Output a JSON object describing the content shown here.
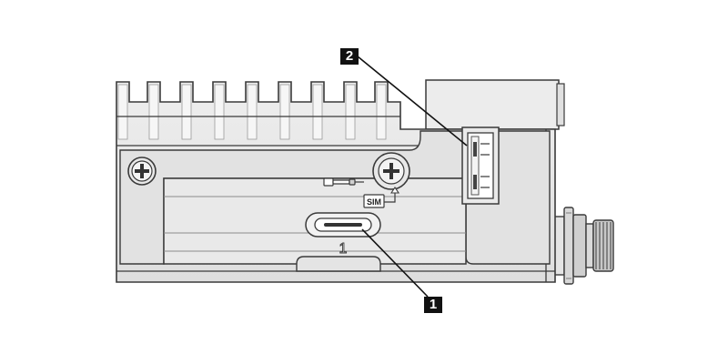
{
  "callouts": [
    {
      "label": "1",
      "target": "usb-c-port"
    },
    {
      "label": "2",
      "target": "usb-a-port"
    }
  ],
  "device": {
    "sim_label": "SIM",
    "port_number_label": "1"
  },
  "colors": {
    "outline": "#3a3a3a",
    "body_fill": "#e6e6e6",
    "recess_fill": "#dcdcdc",
    "cap_fill": "#ececec",
    "badge": "#111111"
  }
}
